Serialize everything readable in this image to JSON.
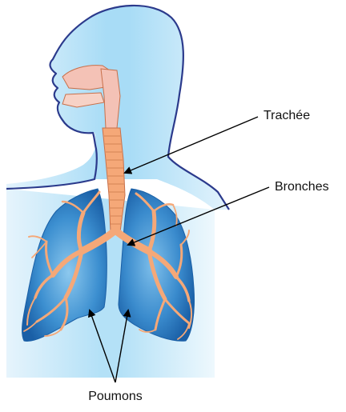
{
  "labels": {
    "trachea": "Trachée",
    "bronchi": "Bronches",
    "lungs": "Poumons"
  },
  "colors": {
    "body_light": "#d8eefb",
    "body_mid": "#9fd7f5",
    "body_outline": "#2b3a8c",
    "lung_dark": "#1a5fa6",
    "lung_mid": "#3c8fd0",
    "lung_light": "#8cc8ee",
    "airway": "#f5a878",
    "airway_outline": "#c8704a",
    "nasal": "#f4c2b6",
    "pointer": "#000000"
  }
}
